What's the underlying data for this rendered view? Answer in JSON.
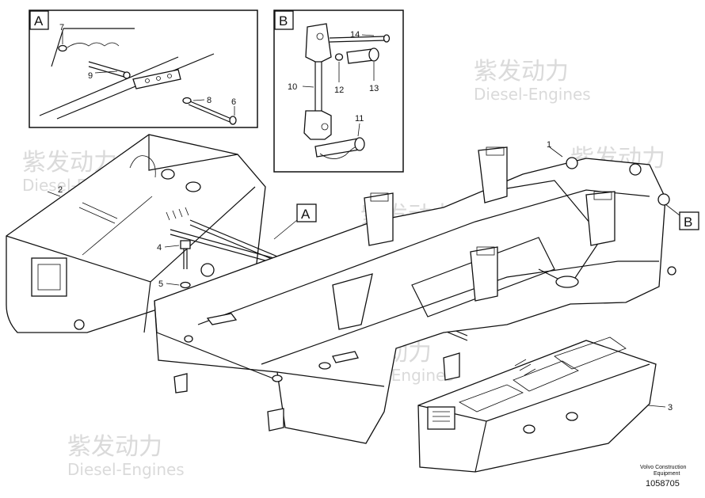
{
  "watermark": {
    "brand": "紫发动力",
    "sub": "Diesel-Engines"
  },
  "detail_a": {
    "letter": "A",
    "callouts": [
      "7",
      "9",
      "8",
      "6"
    ]
  },
  "detail_b": {
    "letter": "B",
    "callouts": [
      "14",
      "10",
      "12",
      "13",
      "11"
    ]
  },
  "main_callouts": [
    "1",
    "2",
    "3",
    "4",
    "5"
  ],
  "ref_a": "A",
  "ref_b": "B",
  "footer": {
    "line1": "Volvo Construction",
    "line2": "Equipment",
    "number": "1058705"
  }
}
